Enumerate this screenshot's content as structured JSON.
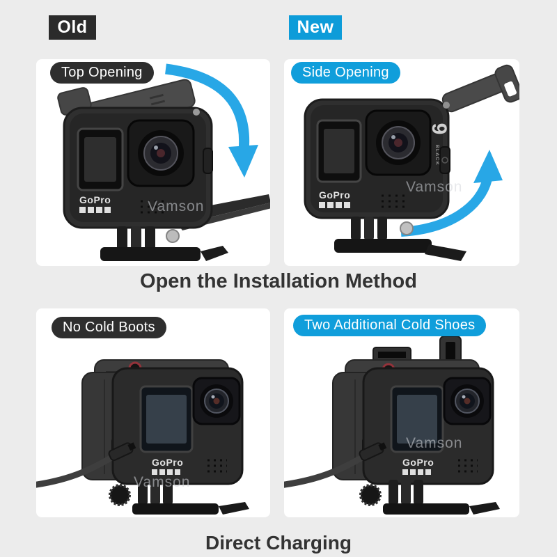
{
  "page": {
    "background_color": "#ececec",
    "panel_color": "#ffffff",
    "accent_blue": "#109edb",
    "badge_blue": "#0d9cd9",
    "arrow_blue": "#28a7e6",
    "pill_dark": "#2e2e2e",
    "caption_text_color": "#333333"
  },
  "badges": {
    "old": "Old",
    "new": "New"
  },
  "panels": {
    "top_left": {
      "label": "Top Opening"
    },
    "top_right": {
      "label": "Side Opening"
    },
    "bottom_left": {
      "label": "No Cold Boots"
    },
    "bottom_right": {
      "label": "Two Additional Cold Shoes"
    }
  },
  "captions": {
    "top_section": "Open the Installation Method",
    "bottom_section": "Direct Charging"
  },
  "camera_text": {
    "brand": "GoPro",
    "model": "9",
    "edition": "BLACK",
    "watermark": "Vamson"
  }
}
